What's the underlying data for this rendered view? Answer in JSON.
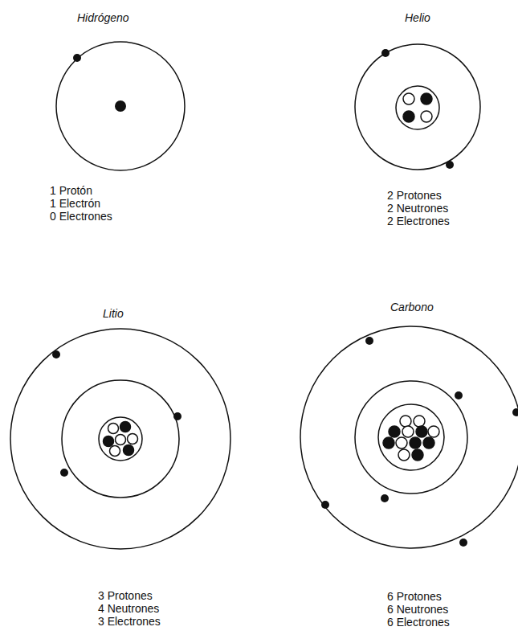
{
  "diagram": {
    "labels": [
      "Hidrógeno",
      "1 Protón",
      "1 Electrón",
      "0 Electrones",
      "Helio",
      "2 Protones",
      "2 Neutrones",
      "2 Electrones",
      "Litio",
      "3 Protones",
      "4 Neutrones",
      "3 Electrones",
      "Carbono",
      "6 Protones",
      "6 Neutrones",
      "6 Electrones"
    ]
  }
}
